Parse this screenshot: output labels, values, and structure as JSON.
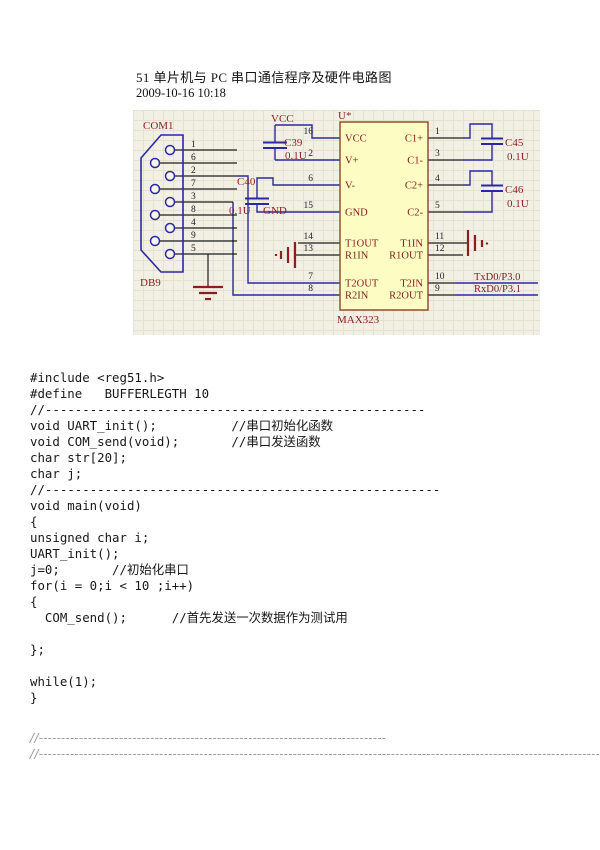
{
  "page": {
    "title": "51 单片机与 PC 串口通信程序及硬件电路图",
    "date": "2009-10-16 10:18"
  },
  "schematic": {
    "connector": {
      "designator": "COM1",
      "type": "DB9",
      "pin_numbers": [
        "1",
        "6",
        "2",
        "7",
        "3",
        "8",
        "4",
        "9",
        "5"
      ]
    },
    "chip": {
      "designator": "U*",
      "part": "MAX323",
      "rows": [
        {
          "ln": "16",
          "l": "VCC",
          "r": "C1+",
          "rn": "1"
        },
        {
          "ln": "2",
          "l": "V+",
          "r": "C1-",
          "rn": "3"
        },
        {
          "ln": "6",
          "l": "V-",
          "r": "C2+",
          "rn": "4"
        },
        {
          "ln": "15",
          "l": "GND",
          "r": "C2-",
          "rn": "5"
        },
        {
          "ln": "14",
          "l": "T1OUT",
          "r": "T1IN",
          "rn": "11"
        },
        {
          "ln": "13",
          "l": "R1IN",
          "r": "R1OUT",
          "rn": "12"
        },
        {
          "ln": "7",
          "l": "T2OUT",
          "r": "T2IN",
          "rn": "10"
        },
        {
          "ln": "8",
          "l": "R2IN",
          "r": "R2OUT",
          "rn": "9"
        }
      ]
    },
    "capacitors": {
      "c39": {
        "ref": "C39",
        "value": "0.1U"
      },
      "c40": {
        "ref": "C40",
        "value": "0.1U"
      },
      "c45": {
        "ref": "C45",
        "value": "0.1U"
      },
      "c46": {
        "ref": "C46",
        "value": "0.1U"
      }
    },
    "power": {
      "vcc": "VCC",
      "gnd": "GND"
    },
    "nets": {
      "txd": "TxD0/P3.0",
      "rxd": "RxD0/P3.1"
    },
    "colors": {
      "wire_blue": "#2a2aa0",
      "label_red": "#8b1e1e",
      "chip_fill": "#fdfcc2",
      "chip_border": "#8a4a22",
      "grid_bg": "#f2efe5"
    }
  },
  "code": {
    "lines": [
      "#include <reg51.h>",
      "#define   BUFFERLEGTH 10",
      "//---------------------------------------------------",
      "void UART_init();          //串口初始化函数",
      "void COM_send(void);       //串口发送函数",
      "char str[20];",
      "char j;",
      "//-----------------------------------------------------",
      "void main(void)",
      "{",
      "unsigned char i;",
      "UART_init();",
      "j=0;       //初始化串口",
      "for(i = 0;i < 10 ;i++)",
      "{",
      "  COM_send();      //首先发送一次数据作为测试用",
      "",
      "};",
      "",
      "while(1);",
      "}"
    ]
  },
  "footer": {
    "line1": "//------------------------------------------------------------------------------",
    "line2": "//----------------------------------------------------------------------------------------------------------------------------------"
  }
}
